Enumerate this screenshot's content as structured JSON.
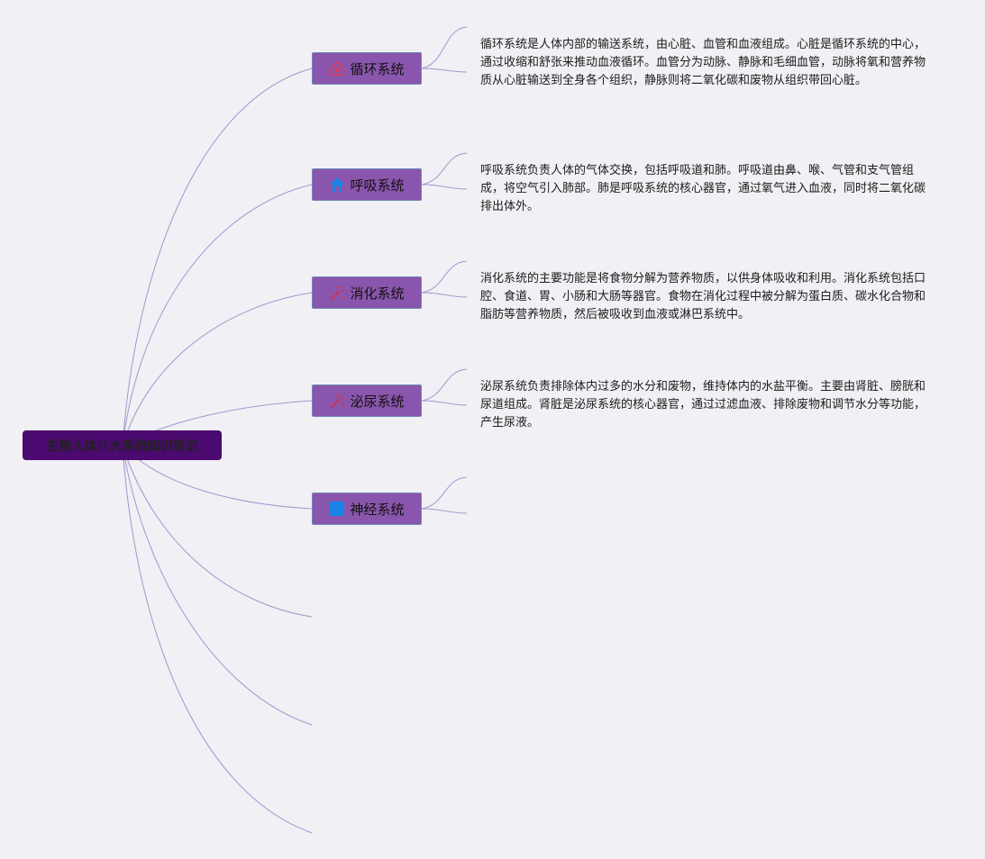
{
  "root": {
    "label": "生物人体八大系统知识笔记"
  },
  "branches": [
    {
      "label": "循环系统",
      "icon": "home-icon",
      "icon_color": "#d63a5a",
      "note": "循环系统是人体内部的输送系统，由心脏、血管和血液组成。心脏是循环系统的中心，通过收缩和舒张来推动血液循环。血管分为动脉、静脉和毛细血管，动脉将氧和营养物质从心脏输送到全身各个组织，静脉则将二氧化碳和废物从组织带回心脏。"
    },
    {
      "label": "呼吸系统",
      "icon": "house-icon",
      "icon_color": "#1a84e6",
      "note": "呼吸系统负责人体的气体交换，包括呼吸道和肺。呼吸道由鼻、喉、气管和支气管组成，将空气引入肺部。肺是呼吸系统的核心器官，通过氧气进入血液，同时将二氧化碳排出体外。"
    },
    {
      "label": "消化系统",
      "icon": "sparkle-icon",
      "icon_color": "#d0334f",
      "note": "消化系统的主要功能是将食物分解为营养物质，以供身体吸收和利用。消化系统包括口腔、食道、胃、小肠和大肠等器官。食物在消化过程中被分解为蛋白质、碳水化合物和脂肪等营养物质，然后被吸收到血液或淋巴系统中。"
    },
    {
      "label": "泌尿系统",
      "icon": "sparkle-icon",
      "icon_color": "#d0334f",
      "note": "泌尿系统负责排除体内过多的水分和废物，维持体内的水盐平衡。主要由肾脏、膀胱和尿道组成。肾脏是泌尿系统的核心器官，通过过滤血液、排除废物和调节水分等功能，产生尿液。"
    },
    {
      "label": "神经系统",
      "icon": "square-icon",
      "icon_color": "#1a84e6",
      "note": ""
    }
  ],
  "colors": {
    "root_bg": "#4b0a6f",
    "branch_bg": "#8a56ad",
    "edge": "#a993cf",
    "background": "#f1f0f4"
  }
}
